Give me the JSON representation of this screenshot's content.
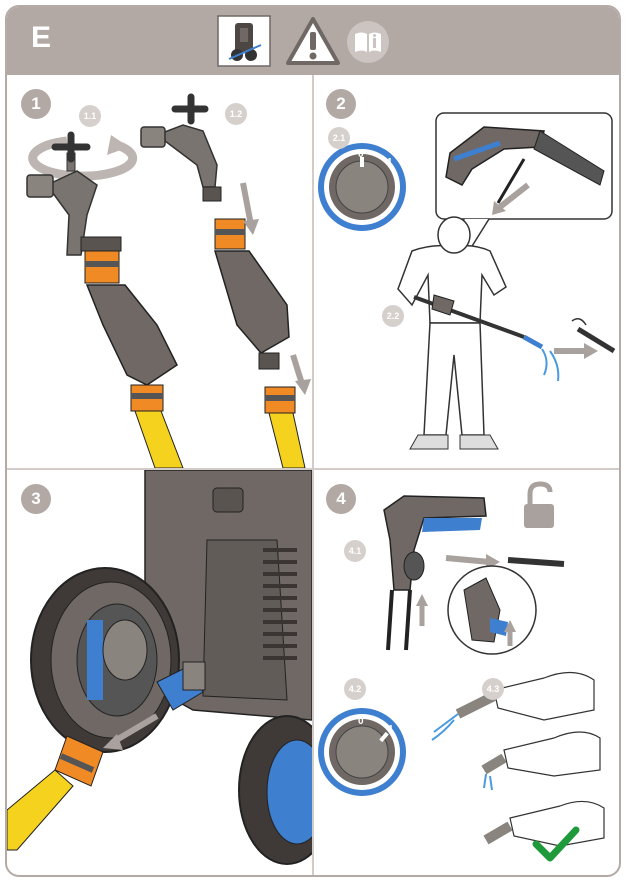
{
  "header": {
    "section_letter": "E",
    "icons": [
      "product-assembly-icon",
      "warning-triangle-icon",
      "instruction-book-icon"
    ]
  },
  "steps": [
    {
      "number": "1",
      "substeps": [
        "1.1",
        "1.2"
      ]
    },
    {
      "number": "2",
      "substeps": [
        "2.1",
        "2.2"
      ],
      "dial": {
        "off_label": "0",
        "on_label": "1"
      }
    },
    {
      "number": "3",
      "substeps": []
    },
    {
      "number": "4",
      "substeps": [
        "4.1",
        "4.2",
        "4.3"
      ],
      "dial": {
        "off_label": "0",
        "on_label": "1"
      }
    }
  ],
  "colors": {
    "accent_orange": "#f08a24",
    "hose_yellow": "#f5d21e",
    "dial_blue": "#3f7fd0",
    "body_gray": "#6f6864",
    "check_green": "#1f9a3b",
    "header_gray": "#b2a9a5"
  }
}
